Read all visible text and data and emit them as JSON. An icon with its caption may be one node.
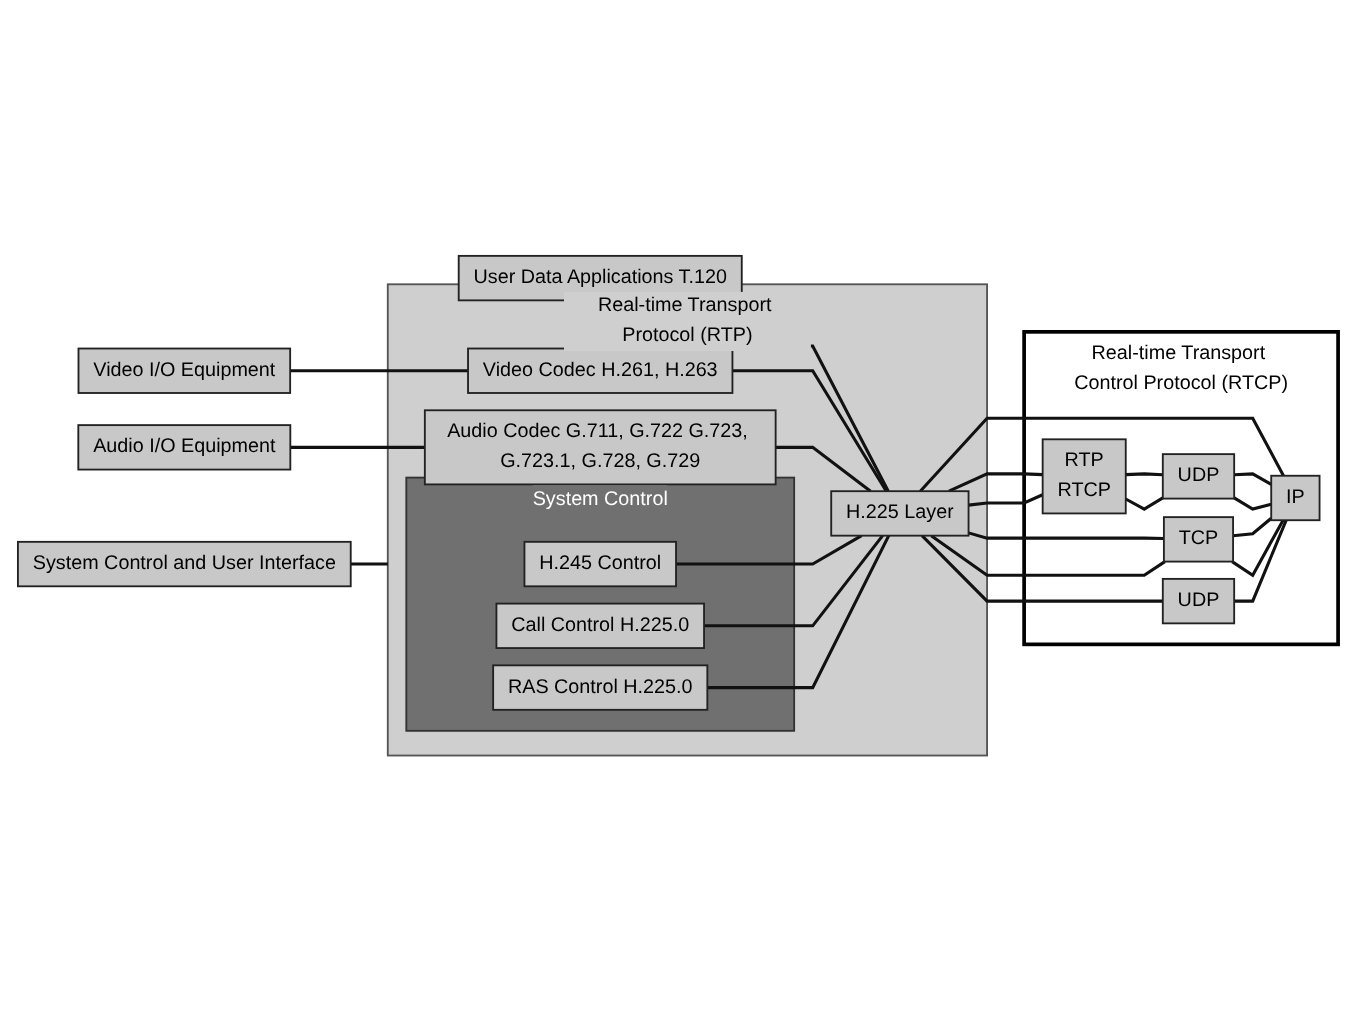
{
  "diagram": {
    "nodes": [
      {
        "text": [
          "Video I/O Equipment"
        ]
      },
      {
        "text": [
          "Audio I/O Equipment"
        ]
      },
      {
        "text": [
          "User Data Applications T.120"
        ]
      },
      {
        "text": [
          "System Control and User Interface"
        ]
      },
      {
        "text": [
          "Real-time Transport Protocol (RTP)"
        ]
      },
      {
        "text": [
          "Video Codec H.261, H.263"
        ],
        "in": 4
      },
      {
        "text": [
          "Audio Codec G.711, G.722 G.723, G.723.1, G.728, G.729"
        ],
        "in": 4
      },
      {
        "text": [
          "System Control"
        ],
        "in": 4
      },
      {
        "text": [
          "H.245 Control"
        ],
        "in": 7
      },
      {
        "text": [
          "Call Control H.225.0"
        ],
        "in": 7
      },
      {
        "text": [
          "RAS Control H.225.0"
        ],
        "in": 7
      },
      {
        "text": [
          "H.225 Layer"
        ],
        "in": 4
      },
      {
        "text": [
          "Real-time Transport Control Protocol (RTCP)"
        ]
      },
      {
        "text": [
          "RTP",
          "RTCP"
        ],
        "in": 12
      },
      {
        "text": [
          "UDP"
        ],
        "in": 12
      },
      {
        "text": [
          "TCP"
        ],
        "in": 12
      },
      {
        "text": [
          "UDP"
        ],
        "in": 12
      },
      {
        "text": [
          "IP"
        ],
        "in": 12
      }
    ],
    "edges": [
      {
        "from": 0,
        "to": 5,
        "arrow": "none"
      },
      {
        "from": 1,
        "to": 6,
        "arrow": "none"
      },
      {
        "from": 2,
        "to": 11,
        "arrow": "none"
      },
      {
        "from": 3,
        "to": 4,
        "arrow": "none"
      },
      {
        "from": 5,
        "to": 11,
        "arrow": "none"
      },
      {
        "from": 6,
        "to": 11,
        "arrow": "none"
      },
      {
        "from": 8,
        "to": 11,
        "arrow": "none"
      },
      {
        "from": 9,
        "to": 11,
        "arrow": "none"
      },
      {
        "from": 10,
        "to": 11,
        "arrow": "none"
      },
      {
        "from": 11,
        "to": 13,
        "arrow": "none"
      },
      {
        "from": 11,
        "to": 13,
        "arrow": "none"
      },
      {
        "from": 11,
        "to": 17,
        "arrow": "none"
      },
      {
        "from": 11,
        "to": 15,
        "arrow": "none"
      },
      {
        "from": 11,
        "to": 15,
        "arrow": "none"
      },
      {
        "from": 11,
        "to": 16,
        "arrow": "none"
      },
      {
        "from": 13,
        "to": 14,
        "arrow": "none"
      },
      {
        "from": 13,
        "to": 14,
        "arrow": "none"
      },
      {
        "from": 14,
        "to": 17,
        "arrow": "none"
      },
      {
        "from": 14,
        "to": 17,
        "arrow": "none"
      },
      {
        "from": 15,
        "to": 17,
        "arrow": "none"
      },
      {
        "from": 15,
        "to": 17,
        "arrow": "none"
      },
      {
        "from": 16,
        "to": 17,
        "arrow": "none"
      }
    ]
  }
}
